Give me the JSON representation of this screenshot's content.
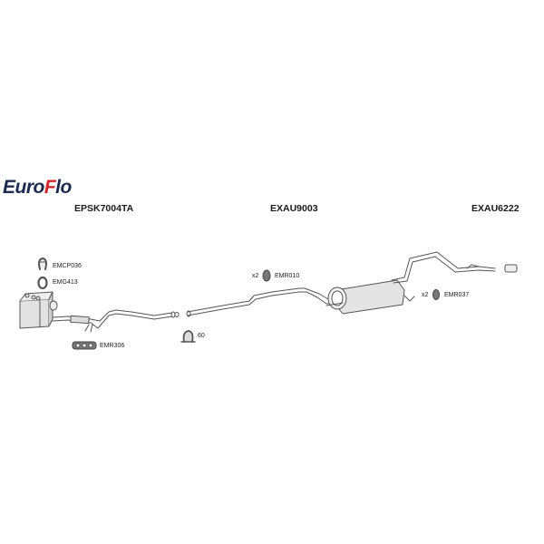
{
  "brand": {
    "part1": "Euro",
    "f": "F",
    "part2": "lo",
    "primary_color": "#1b2a4e",
    "accent_color": "#d3262b"
  },
  "sections": [
    {
      "code": "EPSK7004TA"
    },
    {
      "code": "EXAU9003"
    },
    {
      "code": "EXAU6222"
    }
  ],
  "parts": {
    "clamp_top": {
      "label": "EMCP036"
    },
    "gasket": {
      "label": "EMG413"
    },
    "rubber_mount_front": {
      "label": "EMR306"
    },
    "clamp_mid": {
      "label": "60"
    },
    "hanger_mid": {
      "qty": "x2",
      "label": "EMR010"
    },
    "hanger_rear": {
      "qty": "x2",
      "label": "EMR037"
    }
  }
}
